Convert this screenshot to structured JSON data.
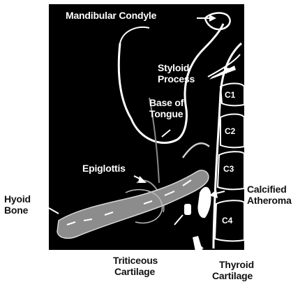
{
  "labels": {
    "mandibular_condyle": "Mandibular Condyle",
    "styloid_line1": "Styloid",
    "styloid_line2": "Process",
    "base_tongue_line1": "Base of",
    "base_tongue_line2": "Tongue",
    "epiglottis": "Epiglottis",
    "hyoid_line1": "Hyoid",
    "hyoid_line2": "Bone",
    "calcified_line1": "Calcified",
    "calcified_line2": "Atheroma",
    "triticeous_line1": "Triticeous",
    "triticeous_line2": "Cartilage",
    "thyroid_line1": "Thyroid",
    "thyroid_line2": "Cartilage"
  },
  "vertebrae": [
    "C1",
    "C2",
    "C3",
    "C4"
  ]
}
